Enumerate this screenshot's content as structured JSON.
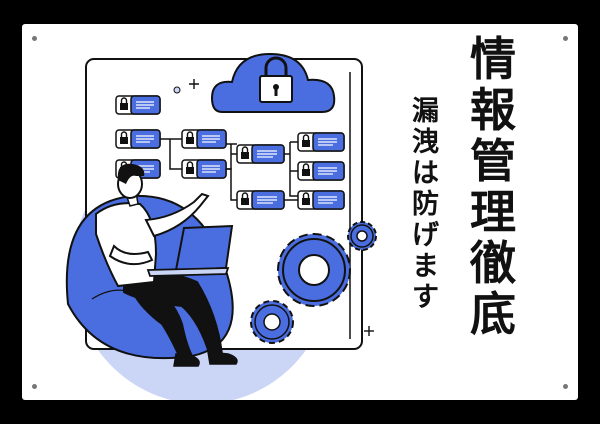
{
  "sign": {
    "title_chars": [
      "情",
      "報",
      "管",
      "理",
      "徹",
      "底"
    ],
    "subtitle_chars": [
      "漏",
      "洩",
      "は",
      "防",
      "げ",
      "ま",
      "す"
    ]
  },
  "colors": {
    "accent": "#4a6ee0",
    "light": "#cbd6f7",
    "ink": "#111111",
    "background": "#000000",
    "panel": "#ffffff"
  }
}
